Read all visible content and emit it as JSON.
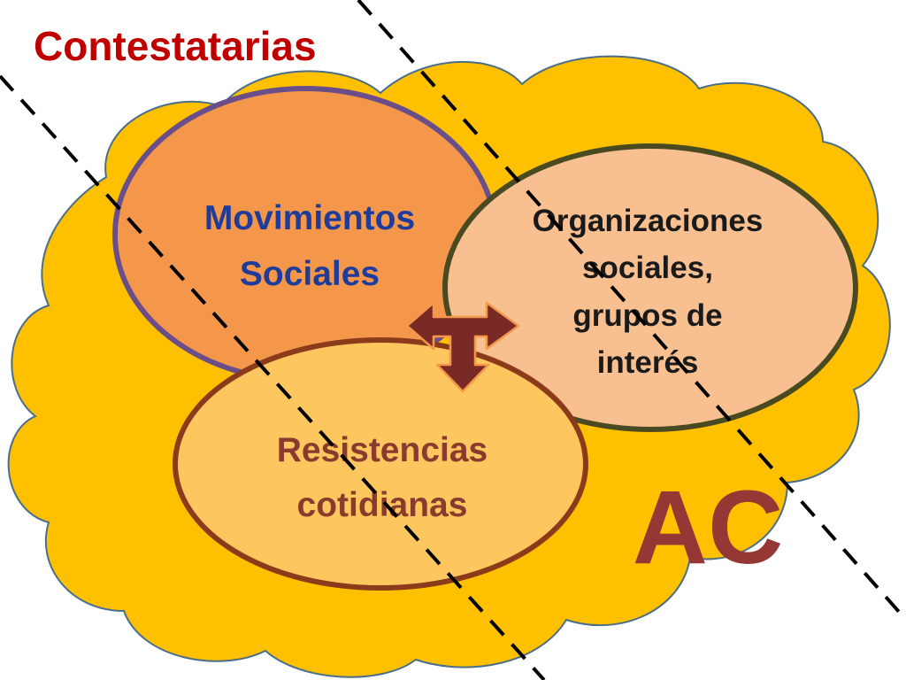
{
  "title": "Contestatarias",
  "movimientos": {
    "line1": "Movimientos",
    "line2": "Sociales"
  },
  "organizaciones": {
    "line1": "Organizaciones",
    "line2": "sociales,",
    "line3": "grupos de",
    "line4": "interés"
  },
  "resistencias": {
    "line1": "Resistencias",
    "line2": "cotidianas"
  },
  "ac_label": "AC",
  "icons": {
    "connector": "three-way-arrow-icon"
  },
  "colors": {
    "title": "#c00000",
    "cloud_fill": "#ffc000",
    "cloud_stroke": "#4a6e8a",
    "movimientos_fill": "#f4974a",
    "movimientos_stroke": "#6a4e8a",
    "movimientos_text": "#1f3c9a",
    "organizaciones_fill": "#f8c090",
    "organizaciones_stroke": "#4a4a22",
    "resistencias_fill": "#fdc65e",
    "resistencias_stroke": "#8b3a1a",
    "resistencias_text": "#8b3a2e",
    "arrow_fill": "#7a2a24",
    "ac_text": "#953735",
    "dashed_line": "#000000"
  }
}
